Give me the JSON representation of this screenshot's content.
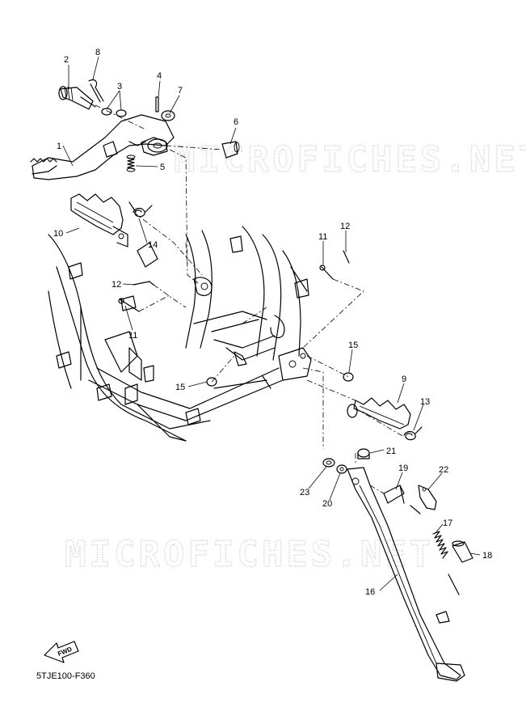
{
  "watermark": {
    "top": "MICROFICHES.NET",
    "bottom": "MICROFICHES.NET"
  },
  "fwd_label": "FWD",
  "diagram_code": "5TJE100-F360",
  "callouts": {
    "c1": "1",
    "c2": "2",
    "c3": "3",
    "c4": "4",
    "c5": "5",
    "c6": "6",
    "c7": "7",
    "c8": "8",
    "c9": "9",
    "c10": "10",
    "c11a": "11",
    "c11b": "11",
    "c12a": "12",
    "c12b": "12",
    "c13": "13",
    "c14": "14",
    "c15a": "15",
    "c15b": "15",
    "c16": "16",
    "c17": "17",
    "c18": "18",
    "c19": "19",
    "c20": "20",
    "c21": "21",
    "c22": "22",
    "c23": "23"
  }
}
